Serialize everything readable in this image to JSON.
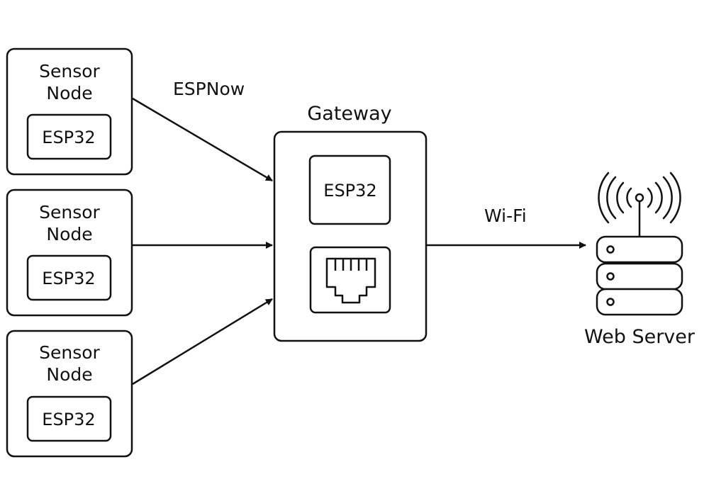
{
  "nodes": [
    {
      "title_line1": "Sensor",
      "title_line2": "Node",
      "chip": "ESP32"
    },
    {
      "title_line1": "Sensor",
      "title_line2": "Node",
      "chip": "ESP32"
    },
    {
      "title_line1": "Sensor",
      "title_line2": "Node",
      "chip": "ESP32"
    }
  ],
  "links": {
    "espnow_label": "ESPNow",
    "wifi_label": "Wi-Fi"
  },
  "gateway": {
    "title": "Gateway",
    "chip": "ESP32",
    "port_icon": "ethernet-port-icon"
  },
  "server": {
    "label": "Web Server",
    "icon": "server-rack-icon",
    "antenna_icon": "wireless-antenna-icon"
  },
  "colors": {
    "stroke": "#111111",
    "background": "#ffffff"
  }
}
